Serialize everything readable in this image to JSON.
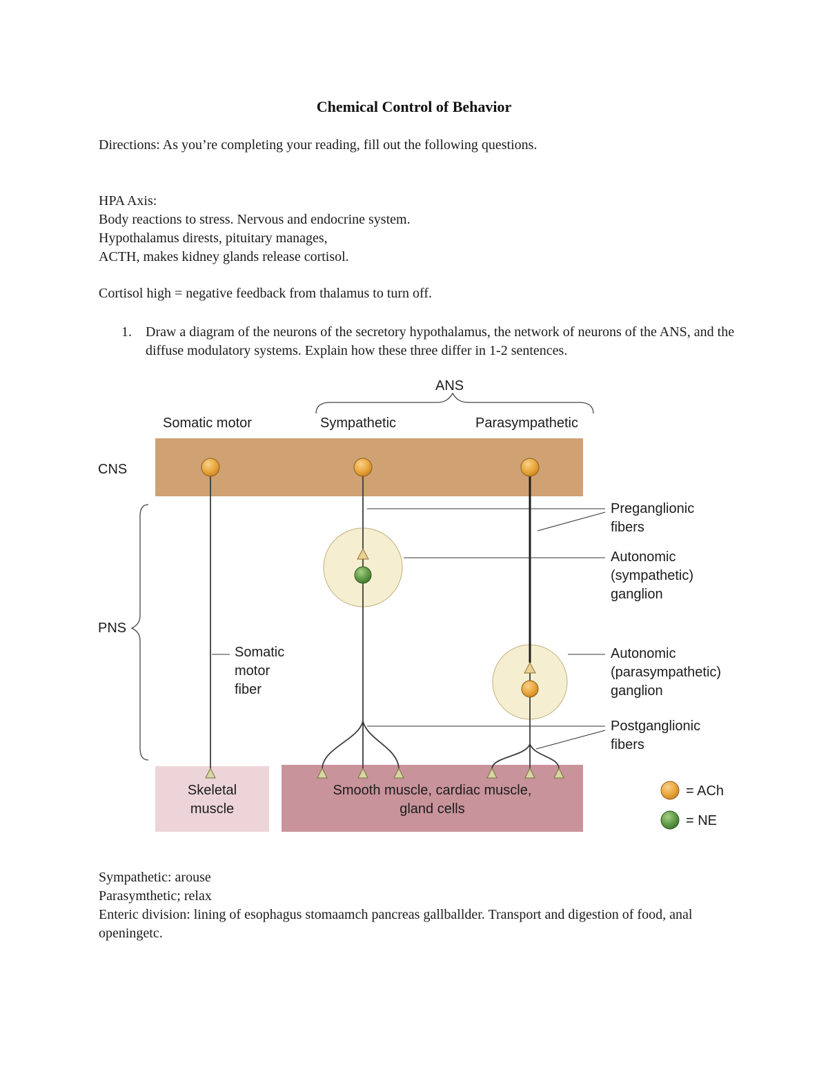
{
  "document": {
    "title": "Chemical Control of Behavior",
    "directions": "Directions: As you’re completing your reading, fill out the following questions.",
    "hpa_lines": [
      "HPA Axis:",
      "Body reactions to stress. Nervous and endocrine system.",
      "Hypothalamus dirests, pituitary manages,",
      "ACTH, makes kidney glands release cortisol."
    ],
    "cortisol_line": "Cortisol high = negative feedback from thalamus to turn off.",
    "question": {
      "number": "1.",
      "text": "Draw a diagram of the neurons of the secretory hypothalamus, the network of neurons of the ANS, and the diffuse modulatory systems. Explain how these three differ in 1-2 sentences."
    },
    "footer_lines": [
      "Sympathetic: arouse",
      "Parasymthetic; relax",
      "Enteric division: lining of esophagus stomaamch pancreas gallballder. Transport and digestion of food, anal openingetc."
    ]
  },
  "diagram": {
    "ans_label": "ANS",
    "columns": {
      "somatic": "Somatic motor",
      "sympathetic": "Sympathetic",
      "parasympathetic": "Parasympathetic"
    },
    "cns_label": "CNS",
    "pns_label": "PNS",
    "somatic_fiber_label": "Somatic\nmotor\nfiber",
    "callouts": {
      "preganglionic": "Preganglionic\nfibers",
      "sympathetic_ganglion": "Autonomic\n(sympathetic)\nganglion",
      "parasympathetic_ganglion": "Autonomic\n(parasympathetic)\nganglion",
      "postganglionic": "Postganglionic\nfibers"
    },
    "targets": {
      "skeletal": "Skeletal\nmuscle",
      "smooth": "Smooth muscle, cardiac muscle,\ngland cells"
    },
    "legend": {
      "ach": "= ACh",
      "ne": "= NE"
    },
    "colors": {
      "cns_band": "#cfa173",
      "ganglion_fill": "#f6eed0",
      "skeletal_box": "#ecd4d9",
      "smooth_box": "#c9939b",
      "ach": "#e8a33d",
      "ne": "#5e9c44"
    }
  }
}
